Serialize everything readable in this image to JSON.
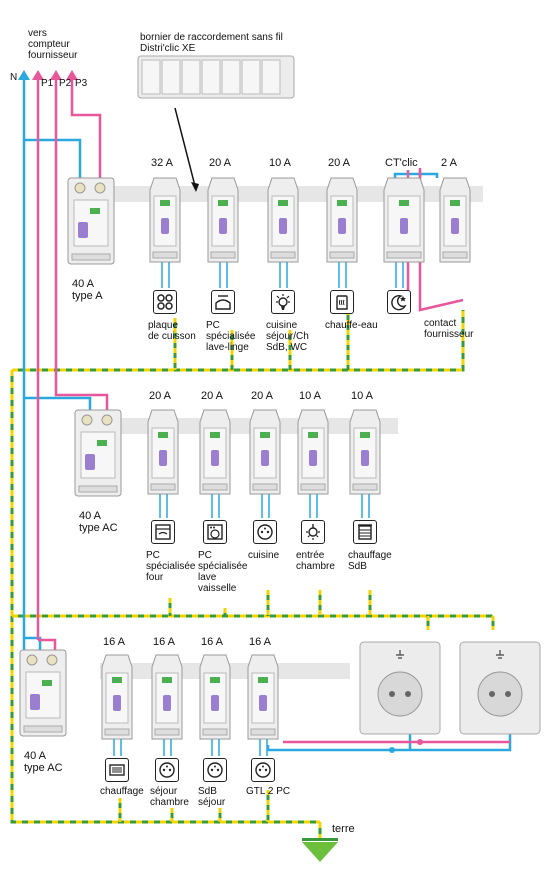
{
  "header": {
    "supply": "vers\ncompteur\nfournisseur",
    "terminal": "bornier de raccordement sans fil\nDistri'clic XE",
    "neutral": "N",
    "phases": [
      "P1",
      "P2",
      "P3"
    ]
  },
  "rows": [
    {
      "differential": {
        "rating": "40 A",
        "type": "type A"
      },
      "breakers": [
        {
          "rating": "32 A",
          "circuit": "plaque\nde cuisson",
          "icon": "hob-icon"
        },
        {
          "rating": "20 A",
          "circuit": "PC\nspécialisée\nlave-linge",
          "icon": "washing-machine-icon"
        },
        {
          "rating": "10 A",
          "circuit": "cuisine\nséjour/Ch\nSdB, WC",
          "icon": "lamp-icon"
        },
        {
          "rating": "20 A",
          "circuit": "chauffe-eau",
          "icon": "water-heater-icon"
        },
        {
          "rating": "CT'clic",
          "circuit": "",
          "icon": "night-tariff-icon"
        },
        {
          "rating": "2 A",
          "circuit": "contact\nfournisseur",
          "icon": ""
        }
      ]
    },
    {
      "differential": {
        "rating": "40 A",
        "type": "type AC"
      },
      "breakers": [
        {
          "rating": "20 A",
          "circuit": "PC\nspécialisée\nfour",
          "icon": "oven-icon"
        },
        {
          "rating": "20 A",
          "circuit": "PC\nspécialisée\nlave\nvaisselle",
          "icon": "dishwasher-icon"
        },
        {
          "rating": "20 A",
          "circuit": "cuisine",
          "icon": "socket-icon"
        },
        {
          "rating": "10 A",
          "circuit": "entrée\nchambre",
          "icon": "ceiling-light-icon"
        },
        {
          "rating": "10 A",
          "circuit": "chauffage\nSdB",
          "icon": "towel-radiator-icon"
        }
      ]
    },
    {
      "differential": {
        "rating": "40 A",
        "type": "type AC"
      },
      "breakers": [
        {
          "rating": "16 A",
          "circuit": "chauffage",
          "icon": "radiator-icon"
        },
        {
          "rating": "16 A",
          "circuit": "séjour\nchambre",
          "icon": "socket-icon"
        },
        {
          "rating": "16 A",
          "circuit": "SdB\nséjour",
          "icon": "socket-icon"
        },
        {
          "rating": "16 A",
          "circuit": "GTL 2 PC",
          "icon": "socket-icon"
        }
      ]
    }
  ],
  "earth": "terre",
  "colors": {
    "neutral": "#2aa8e0",
    "phase": "#e8579a",
    "earth_green": "#3a9a3a",
    "earth_yellow": "#f2d400",
    "rail": "#e6e6e6"
  }
}
